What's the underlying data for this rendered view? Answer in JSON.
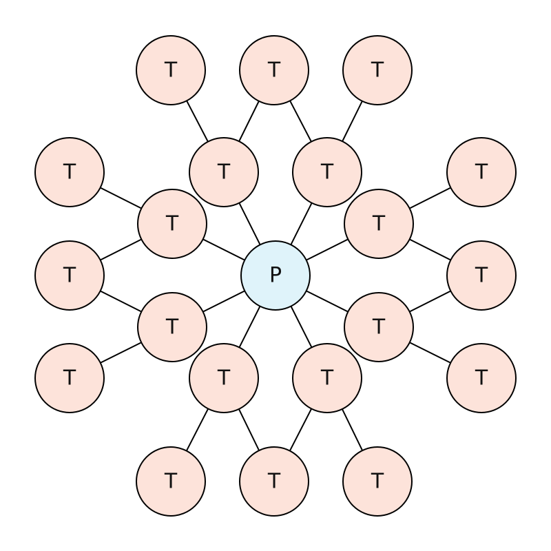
{
  "diagram": {
    "colors": {
      "center_fill": "#dff3fa",
      "leaf_fill": "#fde3da",
      "stroke": "#000000"
    },
    "center": {
      "label": "P"
    },
    "nodes": [
      {
        "id": "c",
        "label": "P"
      },
      {
        "id": "ua",
        "label": "T"
      },
      {
        "id": "ub",
        "label": "T"
      },
      {
        "id": "u1",
        "label": "T"
      },
      {
        "id": "u2",
        "label": "T"
      },
      {
        "id": "u3",
        "label": "T"
      },
      {
        "id": "la",
        "label": "T"
      },
      {
        "id": "lb",
        "label": "T"
      },
      {
        "id": "l1",
        "label": "T"
      },
      {
        "id": "l2",
        "label": "T"
      },
      {
        "id": "l3",
        "label": "T"
      },
      {
        "id": "ra",
        "label": "T"
      },
      {
        "id": "rb",
        "label": "T"
      },
      {
        "id": "r1",
        "label": "T"
      },
      {
        "id": "r2",
        "label": "T"
      },
      {
        "id": "r3",
        "label": "T"
      },
      {
        "id": "da",
        "label": "T"
      },
      {
        "id": "db",
        "label": "T"
      },
      {
        "id": "d1",
        "label": "T"
      },
      {
        "id": "d2",
        "label": "T"
      },
      {
        "id": "d3",
        "label": "T"
      }
    ],
    "edges": [
      [
        "c",
        "ua"
      ],
      [
        "c",
        "ub"
      ],
      [
        "ua",
        "u1"
      ],
      [
        "ua",
        "u2"
      ],
      [
        "ub",
        "u2"
      ],
      [
        "ub",
        "u3"
      ],
      [
        "c",
        "la"
      ],
      [
        "c",
        "lb"
      ],
      [
        "la",
        "l1"
      ],
      [
        "la",
        "l2"
      ],
      [
        "lb",
        "l2"
      ],
      [
        "lb",
        "l3"
      ],
      [
        "c",
        "ra"
      ],
      [
        "c",
        "rb"
      ],
      [
        "ra",
        "r1"
      ],
      [
        "ra",
        "r2"
      ],
      [
        "rb",
        "r2"
      ],
      [
        "rb",
        "r3"
      ],
      [
        "c",
        "da"
      ],
      [
        "c",
        "db"
      ],
      [
        "da",
        "d1"
      ],
      [
        "da",
        "d2"
      ],
      [
        "db",
        "d2"
      ],
      [
        "db",
        "d3"
      ]
    ]
  }
}
